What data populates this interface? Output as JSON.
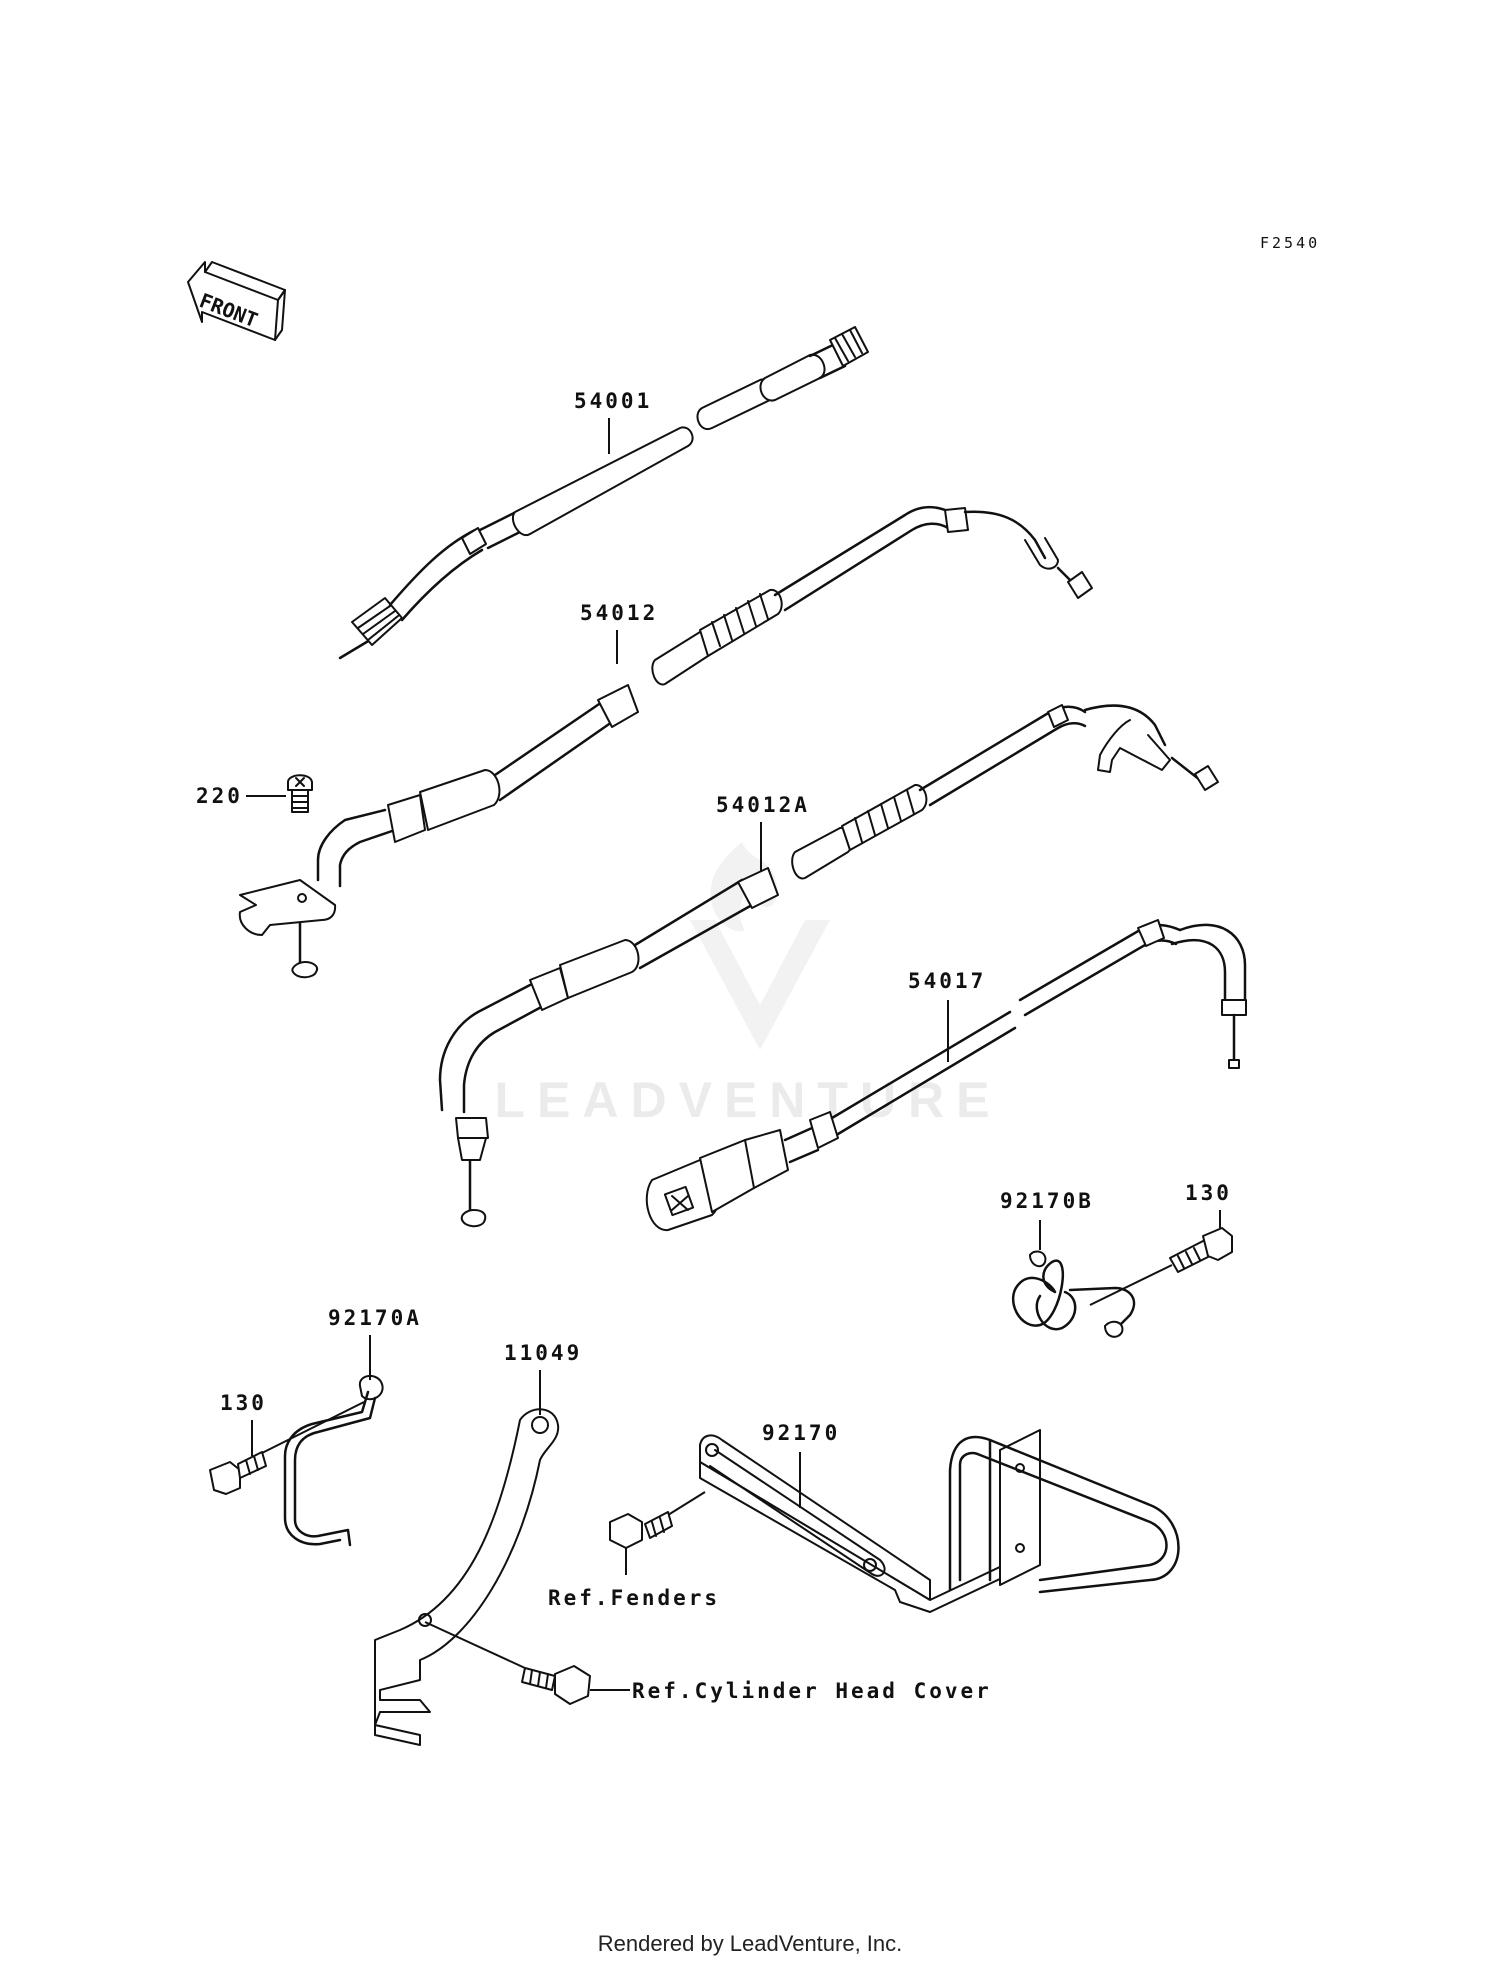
{
  "diagram": {
    "code": "F2540",
    "front_label": "FRONT",
    "watermark": "LEADVENTURE",
    "footer": "Rendered by LeadVenture, Inc."
  },
  "parts": [
    {
      "id": "54001",
      "label": "54001"
    },
    {
      "id": "54012",
      "label": "54012"
    },
    {
      "id": "220",
      "label": "220"
    },
    {
      "id": "54012A",
      "label": "54012A"
    },
    {
      "id": "54017",
      "label": "54017"
    },
    {
      "id": "92170B",
      "label": "92170B"
    },
    {
      "id": "130-right",
      "label": "130"
    },
    {
      "id": "92170A",
      "label": "92170A"
    },
    {
      "id": "130-left",
      "label": "130"
    },
    {
      "id": "11049",
      "label": "11049"
    },
    {
      "id": "92170",
      "label": "92170"
    }
  ],
  "references": {
    "fenders": "Ref.Fenders",
    "cylinder_head_cover": "Ref.Cylinder Head Cover"
  }
}
